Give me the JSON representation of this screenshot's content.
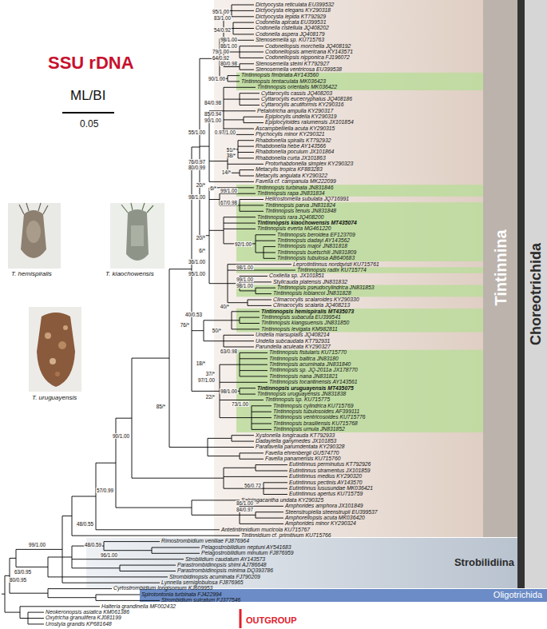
{
  "diagram": {
    "title": "SSU rDNA",
    "nodes": [
      {
        "text": [
          "Tintinnina"
        ]
      },
      {
        "text": [
          "Strobilidiina"
        ]
      },
      {
        "text": [
          "Oligotrichida"
        ]
      },
      {
        "text": [
          "Choreotrichida"
        ]
      }
    ],
    "labels": [
      "Dictyocysta reticulata EU399532",
      "Dictyocysta elegans KY290318",
      "Dictyocysta lepida KT792929",
      "Codonella apicata EU399531",
      "Codonella cistellula JQ408202",
      "Codonella aspera JQ408179",
      "Stenosemella sp. KU715763",
      "Codonellopsis morchella JQ408192",
      "Codonellopsis americana KY143571",
      "Codonellopsis nipponica FJ196072",
      "Stenosemella steini KT792927",
      "Stenosemella ventricosa EU399538",
      "Tintinnopsis fimbriata AY143560",
      "Tintinnopsis tentaculata MK036423",
      "Tintinnopsis orientalis MK036422",
      "Cyttarocylis cassis JQ408203",
      "Cyttarocylis eucecryphalus JQ408186",
      "Cyttarocylis acutiformis KY290316",
      "Petalotricha ampulla KY290317",
      "Epiplocylis undella KY290319",
      "Epiplocyloides ralumensis JX101854",
      "Ascampbelliella acuta KY290315",
      "Ptychocylis minor KY290321",
      "Rhabdonella spiralis KT792932",
      "Rhabdonella hebe AY143566",
      "Rhabdonella poculum JX101864",
      "Rhabdonella curta JX101863",
      "Protorhabdonella simplex KY290323",
      "Metacylis tropica KF883283",
      "Metacylis angulata KY290322",
      "Favella cf. campanula MK222099",
      "Tintinnopsis turbinata JN831846",
      "Tintinnopsis rapa JN831834",
      "Helicostomella subulata JQ716991",
      "Tintinnopsis parva JN831824",
      "Tintinnopsis tenuis JN831848",
      "Tintinnopsis rara JQ408200",
      "Tintinnopsis kiaochowensis MT435074",
      "Tintinnopsis everta MG461220",
      "Tintinnopsis beroidea EF123709",
      "Tintinnopsis dadayi AY143562",
      "Tintinnopsis major JN831818",
      "Tintinnopsis buetschlii JN831809",
      "Tintinnopsis tubulosa AB640683",
      "Leprotintinnus nordqvisti KU715761",
      "Tintinnopsis radix KU715774",
      "Coxliella sp. JX101851",
      "Stylicauda platensis JN831832",
      "Tintinnopsis pseudocylindrica JN831853",
      "Tintinnopsis lobiancoi JN831828",
      "Climacocylis scalaroides KY290330",
      "Climacocylis scalaria JQ408213",
      "Tintinnopsis hemispiralis MT435073",
      "Tintinnopsis subacuta EU399541",
      "Tintinnopsis kiangsuensis JN831850",
      "Tintinnopsis levigata KM982811",
      "Undella marsupialis JQ408214",
      "Undella subcaudata KT792931",
      "Parundella aculeata KY290327",
      "Tintinnopsis fistularis KU715770",
      "Tintinnopsis baltica JN83180",
      "Tintinnopsis acuminata JN831840",
      "Tintinnopsis sp. JQ-2011a JX178770",
      "Tintinnopsis nana JN831821",
      "Tintinnopsis tocantinensis AY143561",
      "Tintinnopsis uruguayensis MT435075",
      "Tintinnopsis uruguayensis JN831838",
      "Tintinnopsis sp. KU715775",
      "Tintinnopsis cylindrica KU715769",
      "Tintinnopsis tubulosoides AF399111",
      "Tintinnopsis ventricosoides KU715776",
      "Tintinnopsis brasiliensis KU715768",
      "Tintinnopsis urnula JN831852",
      "Xystonella longicauda KT792933",
      "Dadayiella ganymedes JX101853",
      "Parafavella parumdentata KY290328",
      "Favella ehrenbergii GU574770",
      "Favella panamensis KU715760",
      "Eutintinnus perminutus KT792926",
      "Eutintinnus stramentus JX101859",
      "Eutintinnus medius KY290320",
      "Eutintinnus pectinis AY143570",
      "Eutintinnus lususundae MK036421",
      "Eutintinnus apertus KU715759",
      "Salpingacantha undata KY290325",
      "Amphorides amphora JX101849",
      "Steenstrupiella steenstrupii EU399537",
      "Amphorellopsis acuta MK036420",
      "Amphorides minor KY290324",
      "Antetintinnidium mucicola KU715767",
      "Tintinnidium cf. primitivum KU715766",
      "Rimostrombidium veniliae FJ876964",
      "Pelagostrobilidium neptuni AY541683",
      "Pelagostrobilidium minutum FJ876959",
      "Strobilidium caudatum AY143573",
      "Parastrombidinopsis shimi AJ786648",
      "Parastrombidinopsis minima DQ393786",
      "Strombidinopsis acuminata FJ790209",
      "Lynnella semiglobulosa FJ876965",
      "Cyrtostrombidium longisomum KJ609953",
      "Spirotontonia turbinata FJ422994",
      "Strombidium sulcatum FJ377546",
      "Halteria grandinella MF002432",
      "Neokeronopsis asiatica KM061386",
      "Oxytricha granulifera KJ081199",
      "Urostyla grandis KP681648",
      "95/1.00",
      "83/1.00",
      "54/0.92",
      "98/1.00",
      "86/1.00",
      "79/1.00",
      "64/0.92",
      "80/0.98",
      "90/1.00",
      "84/0.98",
      "85/0.94",
      "90/1.00",
      "0.97/1.00",
      "55/1.00",
      "51/*",
      "38/*",
      "76/0.97",
      "80/0.99",
      "14/*",
      "20/*",
      "6/*",
      "99/1.00",
      "98/1.00",
      "67/0.98",
      "20/*",
      "92/1.00",
      "6/*",
      "36/1.00",
      "98/1.00",
      "95/1.00",
      "99/1.00",
      "98/1.00",
      "40/*",
      "40/0.53",
      "76/*",
      "50/*",
      "63/0.98",
      "18/*",
      "37/*",
      "97/1.00",
      "98/1.00",
      "22/*",
      "73/1.00",
      "85/*",
      "90/1.00",
      "56/0.72",
      "57/0.99",
      "86/1.00",
      "84/0.97",
      "48/0.55",
      "99/1.00",
      "48/0.59",
      "96/1.00",
      "63/0.95",
      "80/0.95",
      "ML/BI",
      "0.05",
      "T. hemispiralis",
      "T. kiaochowensis",
      "T. uruguayensis",
      "OUTGROUP"
    ]
  }
}
